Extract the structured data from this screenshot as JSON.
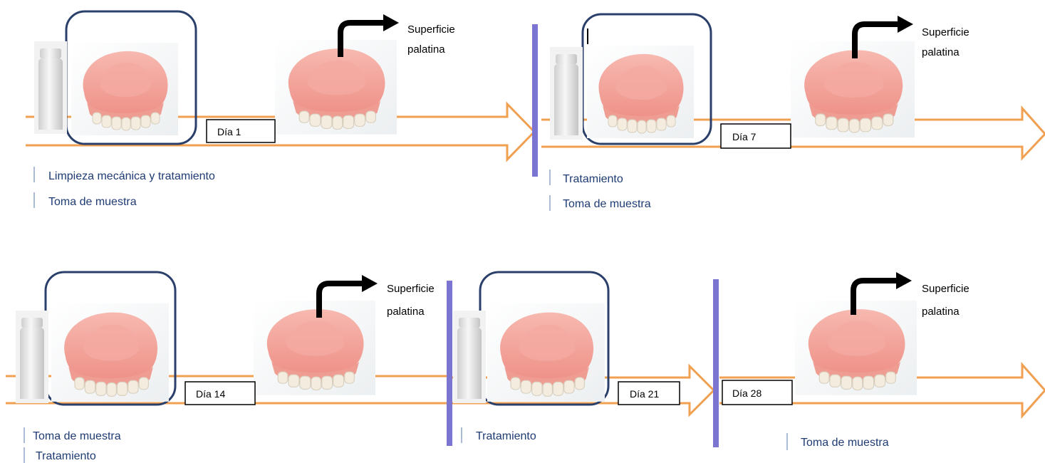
{
  "colors": {
    "arrow": "#f0a050",
    "divider": "#7b74d0",
    "frame": "#2b3f6b",
    "caption_text": "#1f3b73",
    "denture_gum": "#f2a49b",
    "teeth": "#f1eadc"
  },
  "icons": [
    "bottle-icon",
    "denture-icon",
    "curved-arrow-icon"
  ],
  "row1": {
    "a": {
      "day": "Día 1",
      "surface_line1": "Superficie",
      "surface_line2": "palatina",
      "caption1": "Limpieza mecánica y tratamiento",
      "caption2": "Toma de muestra"
    },
    "b": {
      "day": "Día 7",
      "surface_line1": "Superficie",
      "surface_line2": "palatina",
      "caption1": "Tratamiento",
      "caption2": "Toma de muestra"
    }
  },
  "row2": {
    "a": {
      "day": "Día 14",
      "surface_line1": "Superficie",
      "surface_line2": "palatina",
      "caption1": "Toma de muestra",
      "caption2": "Tratamiento"
    },
    "b": {
      "day": "Día 21",
      "caption1": "Tratamiento"
    },
    "c": {
      "day": "Día 28",
      "surface_line1": "Superficie",
      "surface_line2": "palatina",
      "caption1": "Toma de muestra"
    }
  }
}
